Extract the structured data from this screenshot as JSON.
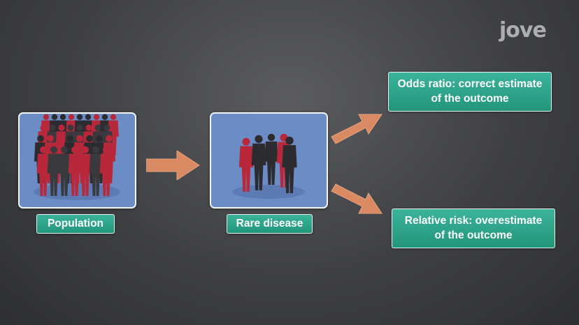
{
  "brand": {
    "logo_text": "jove"
  },
  "steps": {
    "population_label": "Population",
    "rare_disease_label": "Rare disease"
  },
  "outcomes": {
    "odds_ratio": {
      "line1": "Odds ratio: correct estimate",
      "line2": "of the outcome"
    },
    "relative_risk": {
      "line1": "Relative risk: overestimate",
      "line2": "of the outcome"
    }
  },
  "colors": {
    "panel": "#6c8cc6",
    "label": "#2aa386",
    "arrow": "#d98a63",
    "diseased_figure": "#b8283a",
    "healthy_figure": "#2c2c30"
  }
}
